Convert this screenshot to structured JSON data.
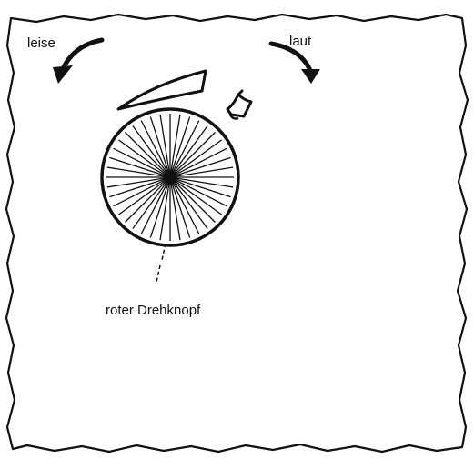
{
  "labels": {
    "quiet": "leise",
    "loud": "laut",
    "knob": "roter Drehknopf"
  },
  "colors": {
    "ink": "#111111",
    "paper": "#ffffff"
  },
  "icons": {
    "left_arrow": "curved-arrow-counterclockwise-icon",
    "right_arrow": "curved-arrow-clockwise-icon",
    "wedge": "volume-wedge-icon",
    "bell": "bell-icon"
  }
}
